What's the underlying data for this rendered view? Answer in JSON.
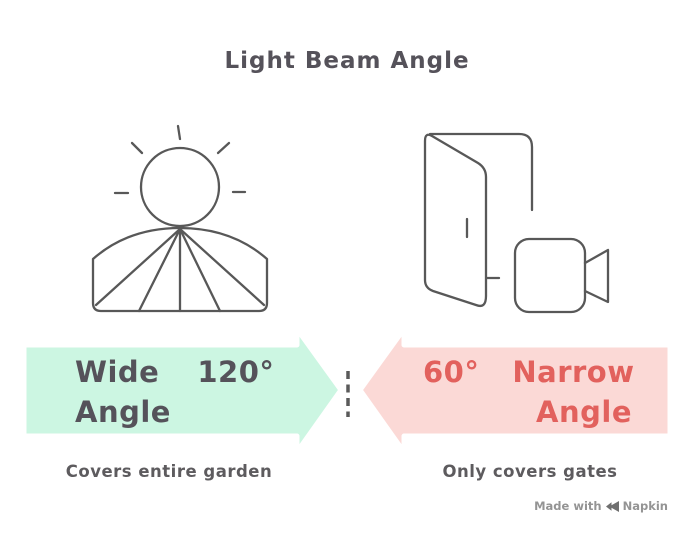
{
  "title": "Light Beam Angle",
  "colors": {
    "mint": "#ccf6e2",
    "pink": "#fbd9d6",
    "dark_text": "#55525a",
    "red_text": "#e2615d",
    "icon_stroke": "#585858",
    "caption": "#5d5b5e",
    "divider": "#5a5a5a",
    "watermark": "#949494",
    "logo": "#6f6f6f"
  },
  "wide_arrow": {
    "word1": "Wide",
    "degree": "120°",
    "word2": "Angle",
    "caption": "Covers entire garden",
    "direction": "right"
  },
  "narrow_arrow": {
    "degree": "60°",
    "word1": "Narrow",
    "word2": "Angle",
    "caption": "Only covers gates",
    "direction": "left"
  },
  "icons": {
    "left": "sun-over-garden",
    "right": "open-door-with-camera"
  },
  "watermark": {
    "prefix": "Made with",
    "brand": "Napkin"
  }
}
